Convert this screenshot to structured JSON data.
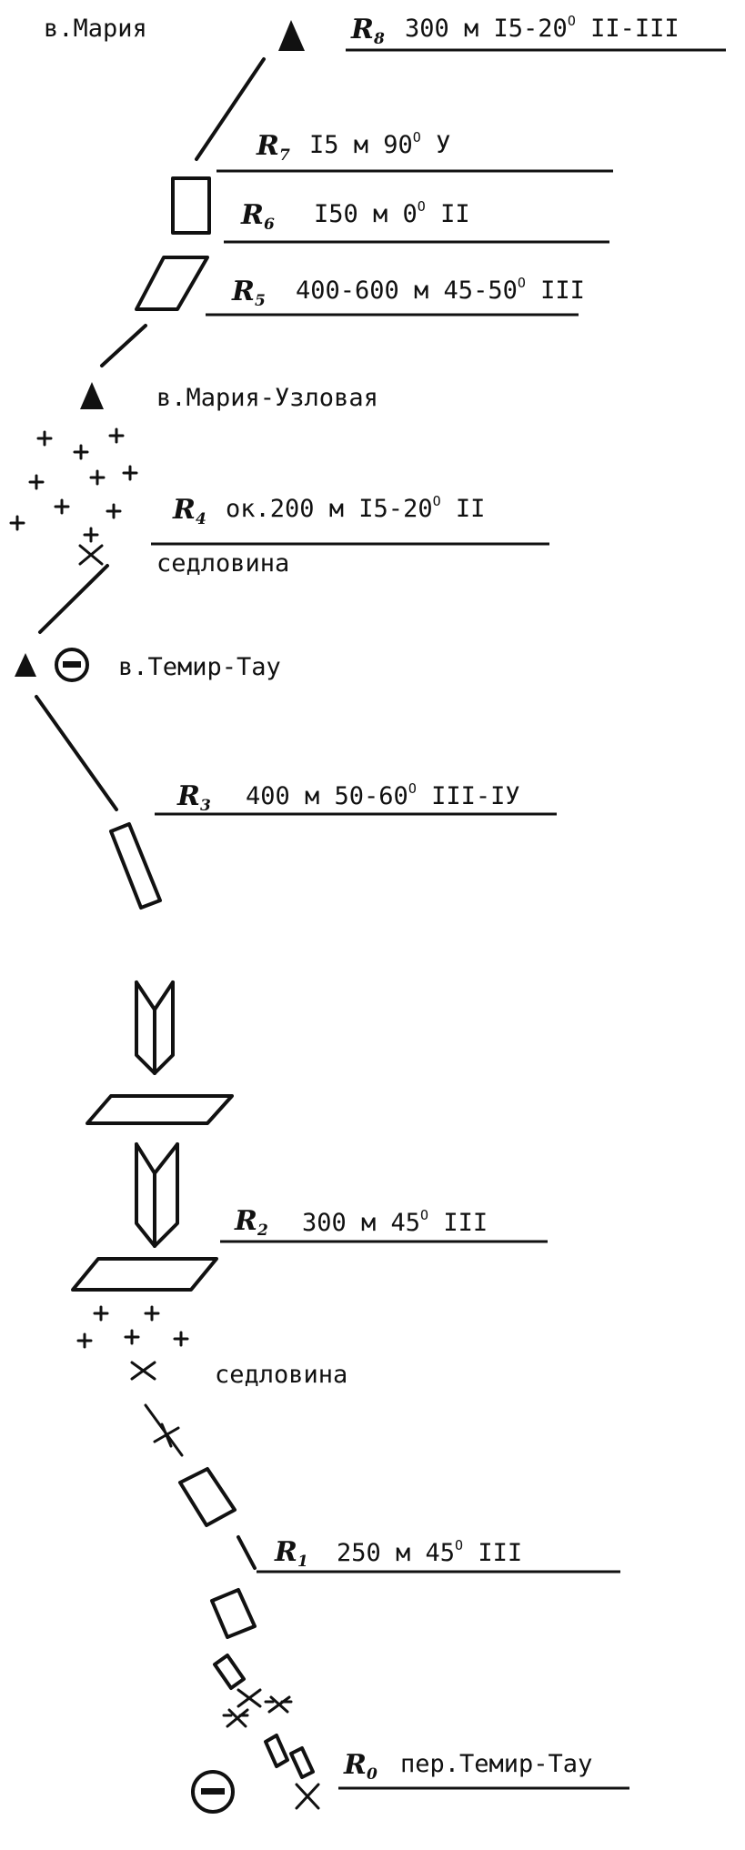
{
  "peaks": {
    "maria": "в.Мария",
    "maria_uzlovaya": "в.Мария-Узловая",
    "temir_tau": "в.Темир-Тау",
    "pass": "пер.Темир-Тау"
  },
  "saddle_label": "седловина",
  "pitches": [
    {
      "id": "R8",
      "letter": "R",
      "num": "8",
      "spec": "300 м I5-20",
      "deg": "O",
      "grade": "II-III"
    },
    {
      "id": "R7",
      "letter": "R",
      "num": "7",
      "spec": "I5 м 90",
      "deg": "O",
      "grade": "У"
    },
    {
      "id": "R6",
      "letter": "R",
      "num": "6",
      "spec": "I50 м 0",
      "deg": "O",
      "grade": "II"
    },
    {
      "id": "R5",
      "letter": "R",
      "num": "5",
      "spec": "400-600 м 45-50",
      "deg": "O",
      "grade": "III"
    },
    {
      "id": "R4",
      "letter": "R",
      "num": "4",
      "spec": "ок.200 м I5-20",
      "deg": "O",
      "grade": "II"
    },
    {
      "id": "R3",
      "letter": "R",
      "num": "3",
      "spec": "400 м 50-60",
      "deg": "O",
      "grade": "III-IУ"
    },
    {
      "id": "R2",
      "letter": "R",
      "num": "2",
      "spec": "300 м 45",
      "deg": "O",
      "grade": "III"
    },
    {
      "id": "R1",
      "letter": "R",
      "num": "1",
      "spec": "250 м 45",
      "deg": "O",
      "grade": "III"
    },
    {
      "id": "R0",
      "letter": "R",
      "num": "0",
      "spec": "пер.Темир-Тау",
      "deg": "",
      "grade": ""
    }
  ],
  "symbols": {
    "peak": "filled-triangle",
    "pass": "circled-minus",
    "scree": "plus-cluster",
    "saddle": "cross-mark",
    "slab": "parallelogram",
    "wall": "rectangle",
    "couloir": "chevron-couloir"
  }
}
